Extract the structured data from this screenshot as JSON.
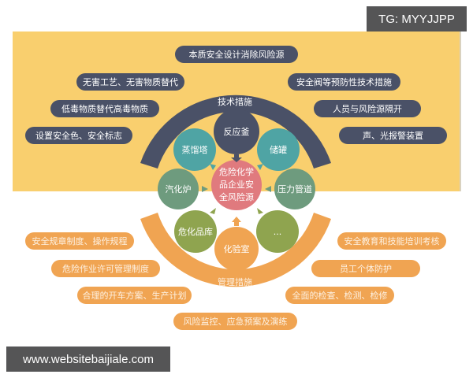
{
  "watermarks": {
    "top_right": "TG: MYYJJPP",
    "bottom_left": "www.websitebaijiale.com"
  },
  "colors": {
    "yellow_bg": "#f9cf6e",
    "dark_navy": "#4a5167",
    "orange": "#f0a452",
    "teal": "#4fa4a4",
    "sage": "#6e9b7e",
    "olive": "#8fa44f",
    "pink": "#e07a7e"
  },
  "technical": {
    "arc_label": "技术措施",
    "items": [
      "本质安全设计消除风险源",
      "无害工艺、无害物质替代",
      "安全阀等预防性技术措施",
      "低毒物质替代高毒物质",
      "人员与风险源隔开",
      "设置安全色、安全标志",
      "声、光报警装置"
    ]
  },
  "management": {
    "arc_label": "管理措施",
    "items": [
      "安全规章制度、操作规程",
      "安全教育和技能培训考核",
      "危险作业许可管理制度",
      "员工个体防护",
      "合理的开车方案、生产计划",
      "全面的检查、检测、检修",
      "风险监控、应急预案及演练"
    ]
  },
  "center": {
    "label": "危险化学品企业安全风险源",
    "line1": "危险化学",
    "line2": "品企业安",
    "line3": "全风险源"
  },
  "sources": {
    "reactor": "反应釜",
    "distillation_tower": "蒸馏塔",
    "storage_tank": "储罐",
    "boiler": "汽化炉",
    "pressure_pipe": "压力管道",
    "chemical_warehouse": "危化品库",
    "lab": "化验室",
    "more": "..."
  }
}
